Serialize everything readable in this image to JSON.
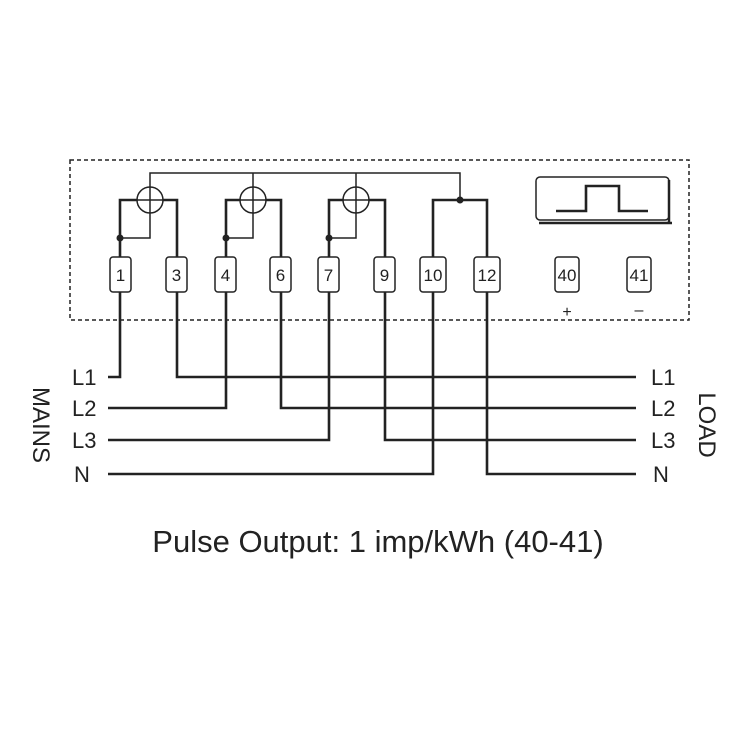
{
  "terminals": {
    "t1": "1",
    "t3": "3",
    "t4": "4",
    "t6": "6",
    "t7": "7",
    "t9": "9",
    "t10": "10",
    "t12": "12",
    "t40": "40",
    "t41": "41"
  },
  "pulse_polarity": {
    "plus": "+",
    "minus": "–"
  },
  "mains": {
    "title": "MAINS",
    "l1": "L1",
    "l2": "L2",
    "l3": "L3",
    "n": "N"
  },
  "load": {
    "title": "LOAD",
    "l1": "L1",
    "l2": "L2",
    "l3": "L3",
    "n": "N"
  },
  "caption": "Pulse Output: 1 imp/kWh (40-41)",
  "colors": {
    "ink": "#222222",
    "background": "#ffffff"
  }
}
